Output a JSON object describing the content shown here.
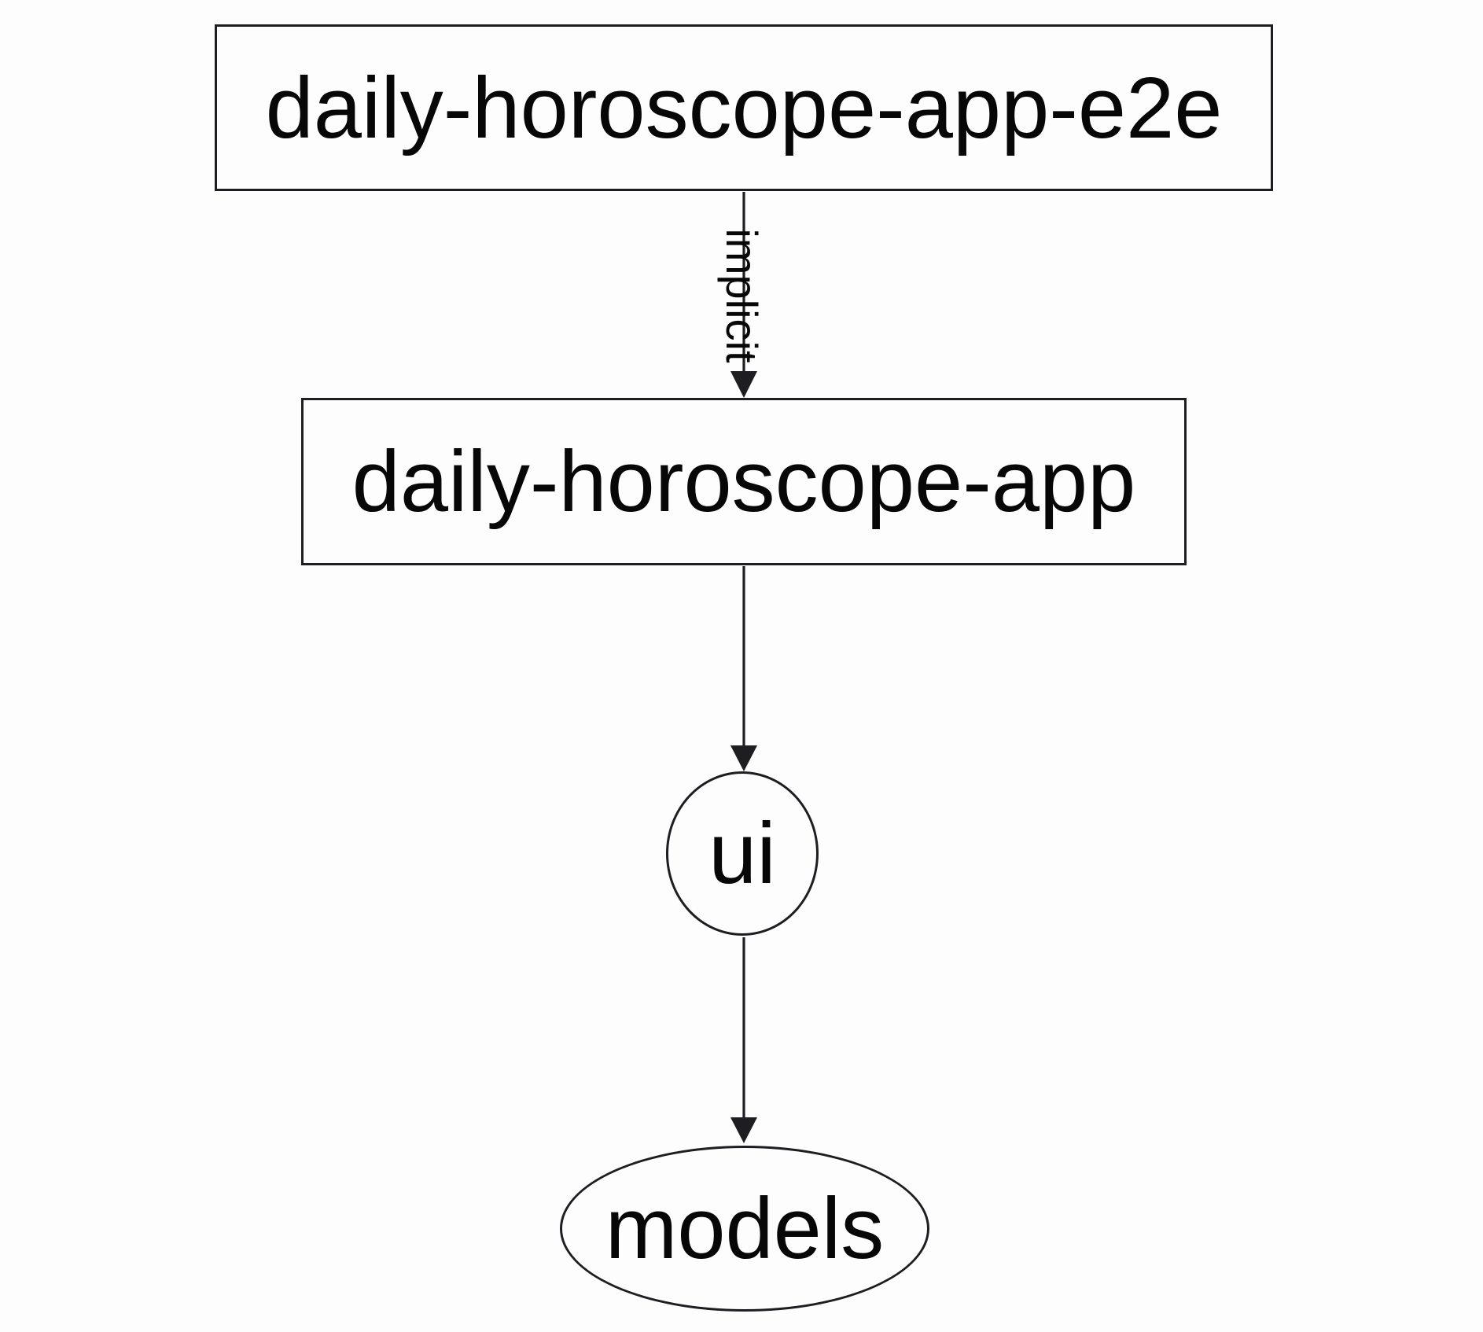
{
  "diagram": {
    "kind": "project-dependency-graph",
    "colors": {
      "background": "#fdfdfd",
      "stroke": "#1e1e22",
      "text": "#070708"
    },
    "nodes": [
      {
        "id": "daily-horoscope-app-e2e",
        "label": "daily-horoscope-app-e2e",
        "shape": "rectangle"
      },
      {
        "id": "daily-horoscope-app",
        "label": "daily-horoscope-app",
        "shape": "rectangle"
      },
      {
        "id": "ui",
        "label": "ui",
        "shape": "ellipse"
      },
      {
        "id": "models",
        "label": "models",
        "shape": "ellipse"
      }
    ],
    "edges": [
      {
        "from": "daily-horoscope-app-e2e",
        "to": "daily-horoscope-app",
        "label": "implicit",
        "style": "solid-arrow"
      },
      {
        "from": "daily-horoscope-app",
        "to": "ui",
        "label": "",
        "style": "solid-arrow"
      },
      {
        "from": "ui",
        "to": "models",
        "label": "",
        "style": "solid-arrow"
      }
    ]
  }
}
